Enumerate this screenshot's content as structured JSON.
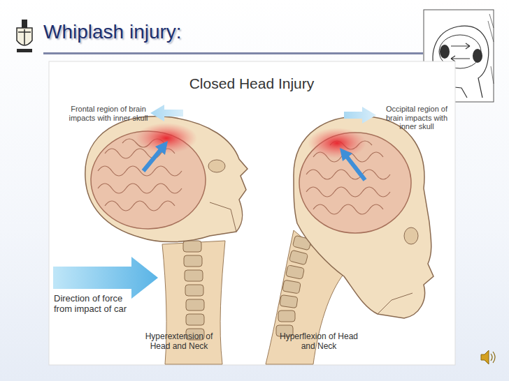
{
  "diagram": {
    "title": "Whiplash injury:",
    "labels": [
      "Closed Head Injury",
      "Frontal region of brain impacts with inner skull",
      "Occipital region of brain impacts with inner skull",
      "Direction of force from impact of car",
      "Hyperextension of Head and Neck",
      "Hyperflexion of Head and Neck"
    ]
  }
}
